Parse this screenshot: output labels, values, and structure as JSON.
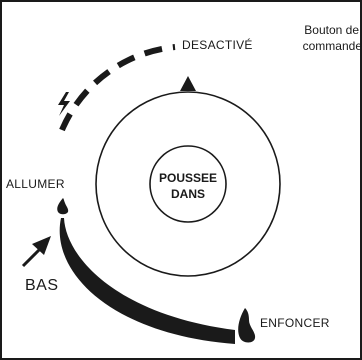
{
  "caption_lines": [
    "Bouton de",
    "commande"
  ],
  "labels": {
    "off": "DESACTIVÉ",
    "ignite": "ALLUMER",
    "push": "ENFONCER",
    "down": "BAS"
  },
  "center_lines": [
    "POUSSEE",
    "DANS"
  ],
  "icons": {
    "lightning": "lightning-icon",
    "small_flame": "small-flame-icon",
    "large_flame": "large-flame-icon",
    "pointer_triangle": "triangle-pointer-icon",
    "direction_arrow": "arrow-icon"
  },
  "colors": {
    "ink": "#1a1a1a",
    "background": "#ffffff"
  }
}
